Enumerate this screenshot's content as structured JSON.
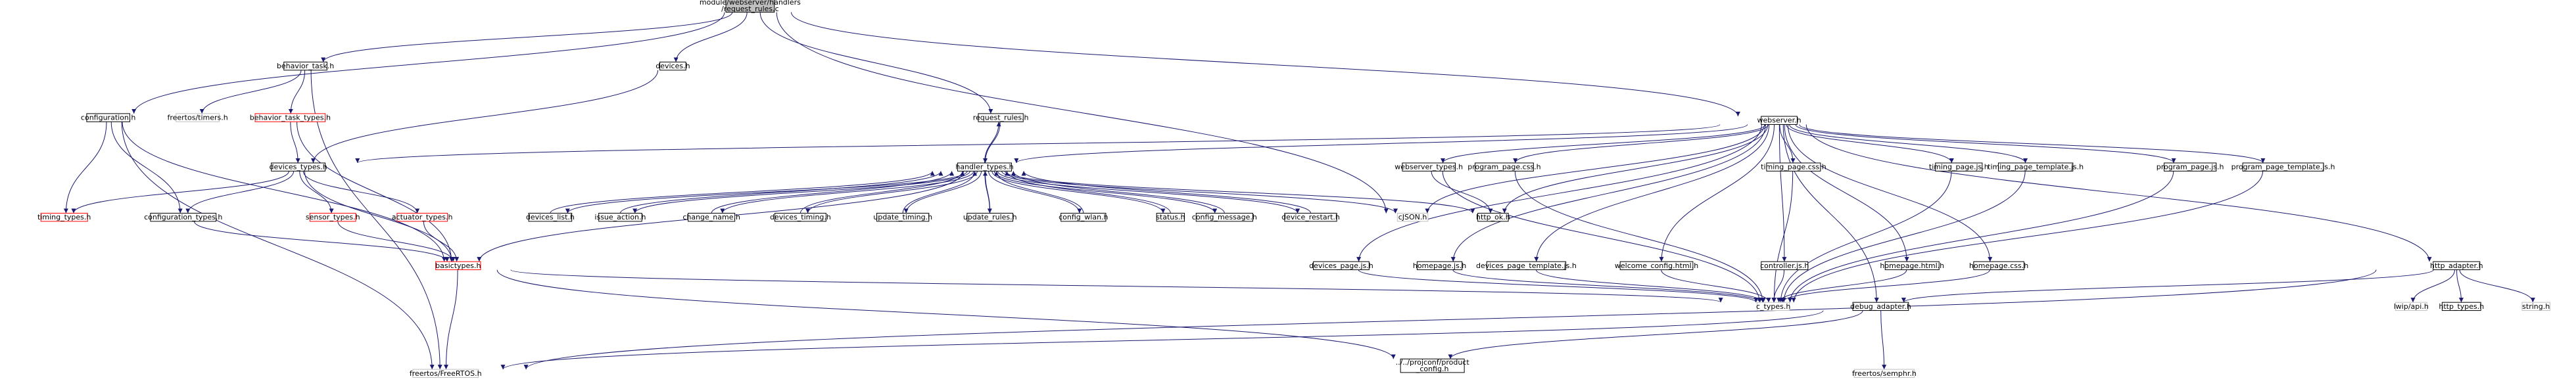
{
  "colors": {
    "edge": "#191970",
    "border_normal": "#000000",
    "border_missing": "#ff0000",
    "border_external": "#bfbfbf",
    "fill_root": "#bfbfbf",
    "fill_normal": "#ffffff",
    "text_normal": "#000000",
    "text_external": "#555555"
  },
  "nodes": [
    {
      "id": "root",
      "kind": "root",
      "lines": [
        "module/webserver/handlers",
        "/request_rules.c"
      ]
    },
    {
      "id": "behavior_task",
      "kind": "normal",
      "lines": [
        "behavior_task.h"
      ]
    },
    {
      "id": "devices_h",
      "kind": "normal",
      "lines": [
        "devices.h"
      ]
    },
    {
      "id": "webserver_h",
      "kind": "normal",
      "lines": [
        "webserver.h"
      ]
    },
    {
      "id": "configuration_h",
      "kind": "normal",
      "lines": [
        "configuration.h"
      ]
    },
    {
      "id": "freertos_timers",
      "kind": "external",
      "lines": [
        "freertos/timers.h"
      ]
    },
    {
      "id": "behavior_task_types",
      "kind": "missing",
      "lines": [
        "behavior_task_types.h"
      ]
    },
    {
      "id": "request_rules_h",
      "kind": "normal",
      "lines": [
        "request_rules.h"
      ]
    },
    {
      "id": "devices_types",
      "kind": "normal",
      "lines": [
        "devices_types.h"
      ]
    },
    {
      "id": "handler_types",
      "kind": "normal",
      "lines": [
        "handler_types.h"
      ]
    },
    {
      "id": "webserver_types",
      "kind": "normal",
      "lines": [
        "webserver_types.h"
      ]
    },
    {
      "id": "program_page_css",
      "kind": "normal",
      "lines": [
        "program_page.css.h"
      ]
    },
    {
      "id": "timing_page_css",
      "kind": "normal",
      "lines": [
        "timing_page.css.h"
      ]
    },
    {
      "id": "timing_page_js",
      "kind": "normal",
      "lines": [
        "timing_page.js.h"
      ]
    },
    {
      "id": "timing_page_template",
      "kind": "normal",
      "lines": [
        "timing_page_template.js.h"
      ]
    },
    {
      "id": "program_page_js",
      "kind": "normal",
      "lines": [
        "program_page.js.h"
      ]
    },
    {
      "id": "program_page_template",
      "kind": "normal",
      "lines": [
        "program_page_template.js.h"
      ]
    },
    {
      "id": "timing_types",
      "kind": "missing",
      "lines": [
        "timing_types.h"
      ]
    },
    {
      "id": "configuration_types",
      "kind": "normal",
      "lines": [
        "configuration_types.h"
      ]
    },
    {
      "id": "sensor_types",
      "kind": "missing",
      "lines": [
        "sensor_types.h"
      ]
    },
    {
      "id": "actuator_types",
      "kind": "missing",
      "lines": [
        "actuator_types.h"
      ]
    },
    {
      "id": "devices_list",
      "kind": "normal",
      "lines": [
        "devices_list.h"
      ]
    },
    {
      "id": "issue_action",
      "kind": "normal",
      "lines": [
        "issue_action.h"
      ]
    },
    {
      "id": "change_name",
      "kind": "normal",
      "lines": [
        "change_name.h"
      ]
    },
    {
      "id": "devices_timing",
      "kind": "normal",
      "lines": [
        "devices_timing.h"
      ]
    },
    {
      "id": "update_timing",
      "kind": "normal",
      "lines": [
        "update_timing.h"
      ]
    },
    {
      "id": "update_rules",
      "kind": "normal",
      "lines": [
        "update_rules.h"
      ]
    },
    {
      "id": "config_wlan",
      "kind": "normal",
      "lines": [
        "config_wlan.h"
      ]
    },
    {
      "id": "status_h",
      "kind": "normal",
      "lines": [
        "status.h"
      ]
    },
    {
      "id": "config_message",
      "kind": "normal",
      "lines": [
        "config_message.h"
      ]
    },
    {
      "id": "device_restart",
      "kind": "normal",
      "lines": [
        "device_restart.h"
      ]
    },
    {
      "id": "cjson",
      "kind": "external",
      "lines": [
        "cJSON.h"
      ]
    },
    {
      "id": "http_ok",
      "kind": "normal",
      "lines": [
        "http_ok.h"
      ]
    },
    {
      "id": "basictypes",
      "kind": "missing",
      "lines": [
        "basictypes.h"
      ]
    },
    {
      "id": "devices_page_js",
      "kind": "normal",
      "lines": [
        "devices_page.js.h"
      ]
    },
    {
      "id": "homepage_js",
      "kind": "normal",
      "lines": [
        "homepage.js.h"
      ]
    },
    {
      "id": "devices_page_template",
      "kind": "normal",
      "lines": [
        "devices_page_template.js.h"
      ]
    },
    {
      "id": "welcome_config",
      "kind": "normal",
      "lines": [
        "welcome_config.html.h"
      ]
    },
    {
      "id": "controller_js",
      "kind": "normal",
      "lines": [
        "controller.js.h"
      ]
    },
    {
      "id": "homepage_html",
      "kind": "normal",
      "lines": [
        "homepage.html.h"
      ]
    },
    {
      "id": "homepage_css",
      "kind": "normal",
      "lines": [
        "homepage.css.h"
      ]
    },
    {
      "id": "http_adapter",
      "kind": "normal",
      "lines": [
        "http_adapter.h"
      ]
    },
    {
      "id": "c_types",
      "kind": "external",
      "lines": [
        "c_types.h"
      ]
    },
    {
      "id": "debug_adapter",
      "kind": "normal",
      "lines": [
        "debug_adapter.h"
      ]
    },
    {
      "id": "lwip_api",
      "kind": "external",
      "lines": [
        "lwip/api.h"
      ]
    },
    {
      "id": "http_types",
      "kind": "normal",
      "lines": [
        "http_types.h"
      ]
    },
    {
      "id": "string_h",
      "kind": "external",
      "lines": [
        "string.h"
      ]
    },
    {
      "id": "freertos_freertos",
      "kind": "external",
      "lines": [
        "freertos/FreeRTOS.h"
      ]
    },
    {
      "id": "projconf",
      "kind": "normal",
      "lines": [
        "../../projconf/product",
        "_config.h"
      ]
    },
    {
      "id": "freertos_semphr",
      "kind": "external",
      "lines": [
        "freertos/semphr.h"
      ]
    }
  ],
  "edges": [
    [
      "root",
      "behavior_task"
    ],
    [
      "root",
      "devices_h"
    ],
    [
      "root",
      "webserver_h"
    ],
    [
      "root",
      "configuration_h"
    ],
    [
      "root",
      "request_rules_h"
    ],
    [
      "root",
      "cjson"
    ],
    [
      "behavior_task",
      "freertos_timers"
    ],
    [
      "behavior_task",
      "behavior_task_types"
    ],
    [
      "behavior_task",
      "freertos_freertos"
    ],
    [
      "behavior_task_types",
      "devices_types"
    ],
    [
      "behavior_task_types",
      "basictypes"
    ],
    [
      "devices_h",
      "devices_types"
    ],
    [
      "configuration_h",
      "timing_types"
    ],
    [
      "configuration_h",
      "configuration_types"
    ],
    [
      "configuration_h",
      "basictypes"
    ],
    [
      "configuration_h",
      "freertos_freertos"
    ],
    [
      "request_rules_h",
      "handler_types"
    ],
    [
      "webserver_h",
      "devices_types"
    ],
    [
      "webserver_h",
      "handler_types"
    ],
    [
      "webserver_h",
      "webserver_types"
    ],
    [
      "webserver_h",
      "program_page_css"
    ],
    [
      "webserver_h",
      "timing_page_css"
    ],
    [
      "webserver_h",
      "timing_page_js"
    ],
    [
      "webserver_h",
      "timing_page_template"
    ],
    [
      "webserver_h",
      "program_page_js"
    ],
    [
      "webserver_h",
      "program_page_template"
    ],
    [
      "webserver_h",
      "cjson"
    ],
    [
      "webserver_h",
      "devices_page_js"
    ],
    [
      "webserver_h",
      "homepage_js"
    ],
    [
      "webserver_h",
      "devices_page_template"
    ],
    [
      "webserver_h",
      "welcome_config"
    ],
    [
      "webserver_h",
      "controller_js"
    ],
    [
      "webserver_h",
      "homepage_html"
    ],
    [
      "webserver_h",
      "homepage_css"
    ],
    [
      "webserver_h",
      "http_adapter"
    ],
    [
      "webserver_h",
      "debug_adapter"
    ],
    [
      "webserver_h",
      "http_ok"
    ],
    [
      "devices_types",
      "timing_types"
    ],
    [
      "devices_types",
      "configuration_types"
    ],
    [
      "devices_types",
      "sensor_types"
    ],
    [
      "devices_types",
      "actuator_types"
    ],
    [
      "devices_types",
      "basictypes"
    ],
    [
      "configuration_types",
      "basictypes"
    ],
    [
      "sensor_types",
      "basictypes"
    ],
    [
      "actuator_types",
      "basictypes"
    ],
    [
      "handler_types",
      "devices_list"
    ],
    [
      "handler_types",
      "issue_action"
    ],
    [
      "handler_types",
      "change_name"
    ],
    [
      "handler_types",
      "devices_timing"
    ],
    [
      "handler_types",
      "update_timing"
    ],
    [
      "handler_types",
      "update_rules"
    ],
    [
      "handler_types",
      "config_wlan"
    ],
    [
      "handler_types",
      "status_h"
    ],
    [
      "handler_types",
      "config_message"
    ],
    [
      "handler_types",
      "device_restart"
    ],
    [
      "handler_types",
      "cjson"
    ],
    [
      "handler_types",
      "http_ok"
    ],
    [
      "handler_types",
      "basictypes"
    ],
    [
      "handler_types",
      "request_rules_h"
    ],
    [
      "devices_list",
      "handler_types"
    ],
    [
      "issue_action",
      "handler_types"
    ],
    [
      "change_name",
      "handler_types"
    ],
    [
      "devices_timing",
      "handler_types"
    ],
    [
      "update_timing",
      "handler_types"
    ],
    [
      "update_rules",
      "handler_types"
    ],
    [
      "config_wlan",
      "handler_types"
    ],
    [
      "status_h",
      "handler_types"
    ],
    [
      "config_message",
      "handler_types"
    ],
    [
      "device_restart",
      "handler_types"
    ],
    [
      "webserver_types",
      "http_ok"
    ],
    [
      "webserver_types",
      "c_types"
    ],
    [
      "program_page_css",
      "c_types"
    ],
    [
      "timing_page_css",
      "c_types"
    ],
    [
      "timing_page_js",
      "c_types"
    ],
    [
      "timing_page_template",
      "c_types"
    ],
    [
      "program_page_js",
      "c_types"
    ],
    [
      "program_page_template",
      "c_types"
    ],
    [
      "basictypes",
      "c_types"
    ],
    [
      "basictypes",
      "freertos_freertos"
    ],
    [
      "basictypes",
      "projconf"
    ],
    [
      "devices_page_js",
      "c_types"
    ],
    [
      "homepage_js",
      "c_types"
    ],
    [
      "devices_page_template",
      "c_types"
    ],
    [
      "welcome_config",
      "c_types"
    ],
    [
      "controller_js",
      "c_types"
    ],
    [
      "homepage_html",
      "c_types"
    ],
    [
      "homepage_css",
      "c_types"
    ],
    [
      "http_adapter",
      "debug_adapter"
    ],
    [
      "http_adapter",
      "lwip_api"
    ],
    [
      "http_adapter",
      "http_types"
    ],
    [
      "http_adapter",
      "string_h"
    ],
    [
      "http_adapter",
      "freertos_freertos"
    ],
    [
      "debug_adapter",
      "freertos_freertos"
    ],
    [
      "debug_adapter",
      "projconf"
    ],
    [
      "debug_adapter",
      "freertos_semphr"
    ]
  ]
}
